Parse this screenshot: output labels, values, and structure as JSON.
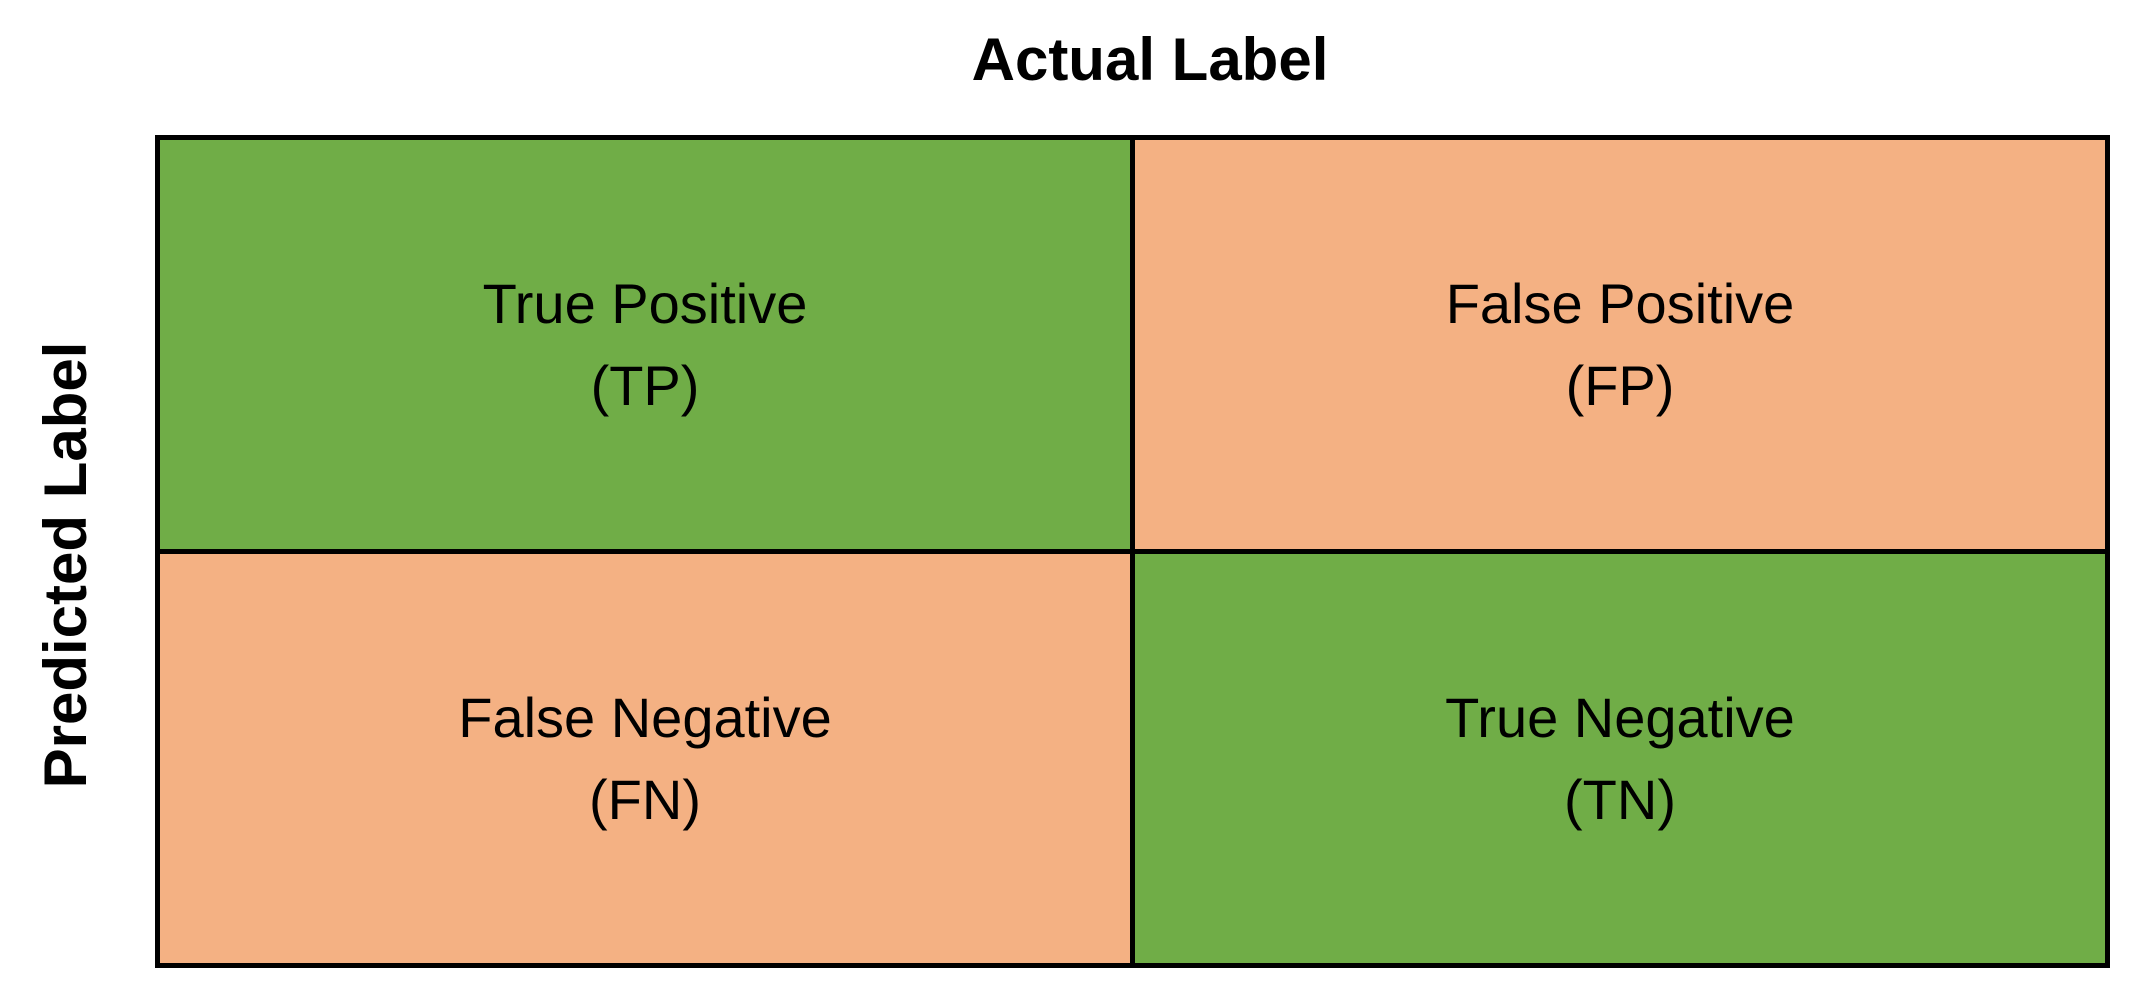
{
  "title": "Actual Label",
  "y_axis_label": "Predicted Label",
  "matrix": {
    "cells": [
      {
        "id": "true-positive",
        "label": "True Positive",
        "abbr": "(TP)",
        "type": "correct",
        "row": "top",
        "col": "left"
      },
      {
        "id": "false-positive",
        "label": "False Positive",
        "abbr": "(FP)",
        "type": "incorrect",
        "row": "top",
        "col": "right"
      },
      {
        "id": "false-negative",
        "label": "False Negative",
        "abbr": "(FN)",
        "type": "incorrect",
        "row": "bottom",
        "col": "left"
      },
      {
        "id": "true-negative",
        "label": "True Negative",
        "abbr": "(TN)",
        "type": "correct",
        "row": "bottom",
        "col": "right"
      }
    ]
  },
  "colors": {
    "correct": "#70AD47",
    "incorrect": "#F4B183",
    "border": "#000000",
    "text": "#000000",
    "background": "#FFFFFF"
  }
}
